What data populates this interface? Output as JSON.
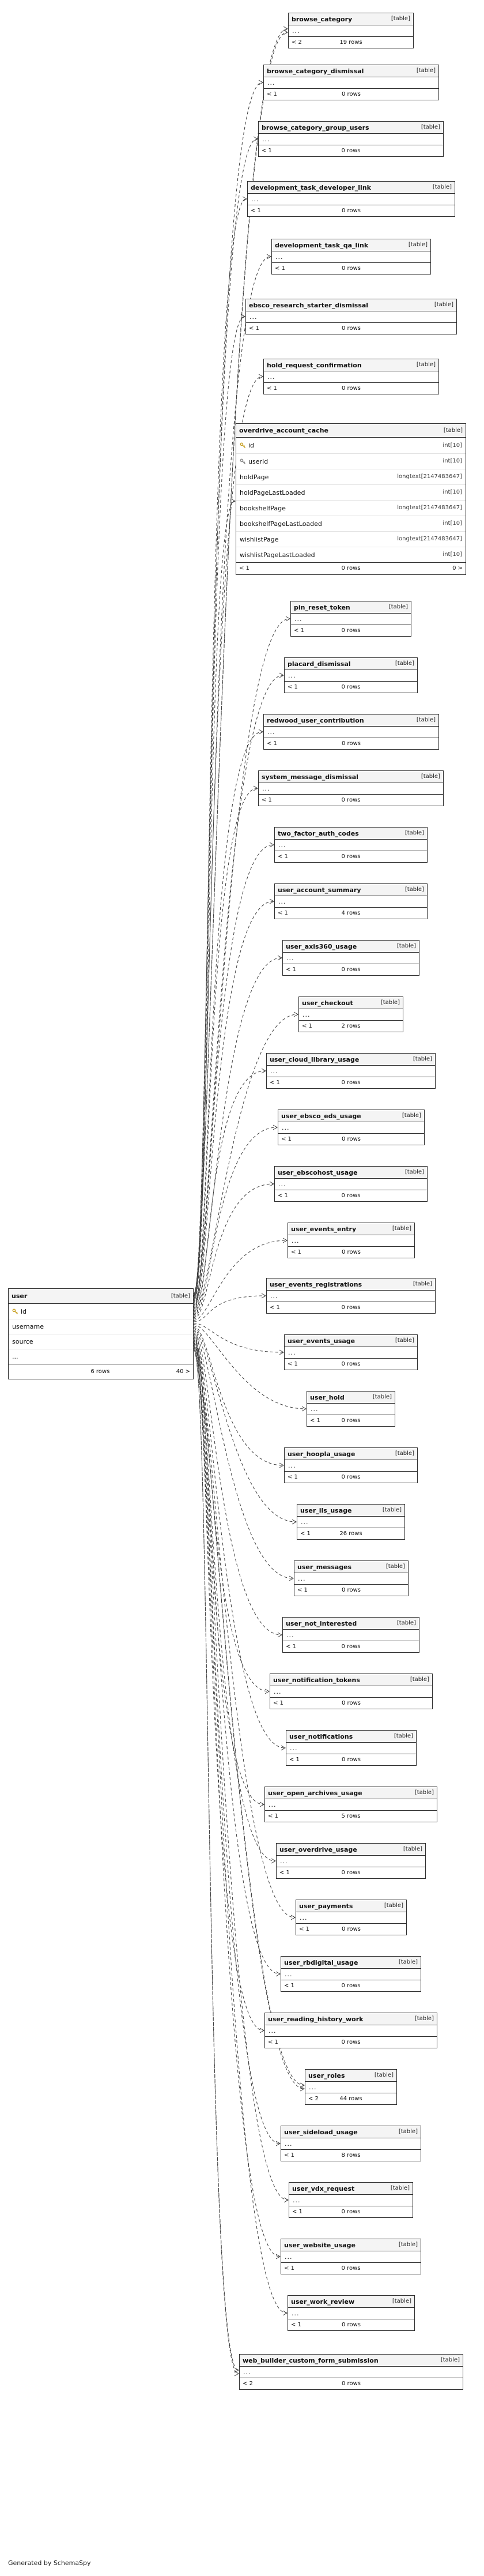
{
  "page": {
    "caption": "Generated by SchemaSpy",
    "ellipsis": "...",
    "colors": {
      "node_border": "#2f2f2f",
      "header_bg": "#f4f4f4",
      "link_line": "#3a3a3a",
      "primary_key": "#c9a227",
      "foreign_key": "#8a8a8a"
    }
  },
  "focus_table": {
    "name": "user",
    "type_label": "[table]",
    "columns": [
      {
        "name": "id",
        "icon": "primary-key-icon"
      },
      {
        "name": "username"
      },
      {
        "name": "source"
      },
      {
        "name": "..."
      }
    ],
    "footer": {
      "left": "",
      "rows": "6 rows",
      "right": "40 >"
    }
  },
  "related_tables": [
    {
      "name": "browse_category",
      "type_label": "[table]",
      "degree_left": "< 2",
      "rows": "19 rows",
      "degree_right": ""
    },
    {
      "name": "browse_category_dismissal",
      "type_label": "[table]",
      "degree_left": "< 1",
      "rows": "0 rows",
      "degree_right": ""
    },
    {
      "name": "browse_category_group_users",
      "type_label": "[table]",
      "degree_left": "< 1",
      "rows": "0 rows",
      "degree_right": ""
    },
    {
      "name": "development_task_developer_link",
      "type_label": "[table]",
      "degree_left": "< 1",
      "rows": "0 rows",
      "degree_right": ""
    },
    {
      "name": "development_task_qa_link",
      "type_label": "[table]",
      "degree_left": "< 1",
      "rows": "0 rows",
      "degree_right": ""
    },
    {
      "name": "ebsco_research_starter_dismissal",
      "type_label": "[table]",
      "degree_left": "< 1",
      "rows": "0 rows",
      "degree_right": ""
    },
    {
      "name": "hold_request_confirmation",
      "type_label": "[table]",
      "degree_left": "< 1",
      "rows": "0 rows",
      "degree_right": ""
    },
    {
      "name": "overdrive_account_cache",
      "type_label": "[table]",
      "degree_left": "< 1",
      "rows": "0 rows",
      "degree_right": "0 >",
      "columns": [
        {
          "name": "id",
          "type": "int[10]",
          "icon": "primary-key-icon"
        },
        {
          "name": "userId",
          "type": "int[10]",
          "icon": "foreign-key-icon"
        },
        {
          "name": "holdPage",
          "type": "longtext[2147483647]"
        },
        {
          "name": "holdPageLastLoaded",
          "type": "int[10]"
        },
        {
          "name": "bookshelfPage",
          "type": "longtext[2147483647]"
        },
        {
          "name": "bookshelfPageLastLoaded",
          "type": "int[10]"
        },
        {
          "name": "wishlistPage",
          "type": "longtext[2147483647]"
        },
        {
          "name": "wishlistPageLastLoaded",
          "type": "int[10]"
        }
      ]
    },
    {
      "name": "pin_reset_token",
      "type_label": "[table]",
      "degree_left": "< 1",
      "rows": "0 rows",
      "degree_right": ""
    },
    {
      "name": "placard_dismissal",
      "type_label": "[table]",
      "degree_left": "< 1",
      "rows": "0 rows",
      "degree_right": ""
    },
    {
      "name": "redwood_user_contribution",
      "type_label": "[table]",
      "degree_left": "< 1",
      "rows": "0 rows",
      "degree_right": ""
    },
    {
      "name": "system_message_dismissal",
      "type_label": "[table]",
      "degree_left": "< 1",
      "rows": "0 rows",
      "degree_right": ""
    },
    {
      "name": "two_factor_auth_codes",
      "type_label": "[table]",
      "degree_left": "< 1",
      "rows": "0 rows",
      "degree_right": ""
    },
    {
      "name": "user_account_summary",
      "type_label": "[table]",
      "degree_left": "< 1",
      "rows": "4 rows",
      "degree_right": ""
    },
    {
      "name": "user_axis360_usage",
      "type_label": "[table]",
      "degree_left": "< 1",
      "rows": "0 rows",
      "degree_right": ""
    },
    {
      "name": "user_checkout",
      "type_label": "[table]",
      "degree_left": "< 1",
      "rows": "2 rows",
      "degree_right": ""
    },
    {
      "name": "user_cloud_library_usage",
      "type_label": "[table]",
      "degree_left": "< 1",
      "rows": "0 rows",
      "degree_right": ""
    },
    {
      "name": "user_ebsco_eds_usage",
      "type_label": "[table]",
      "degree_left": "< 1",
      "rows": "0 rows",
      "degree_right": ""
    },
    {
      "name": "user_ebscohost_usage",
      "type_label": "[table]",
      "degree_left": "< 1",
      "rows": "0 rows",
      "degree_right": ""
    },
    {
      "name": "user_events_entry",
      "type_label": "[table]",
      "degree_left": "< 1",
      "rows": "0 rows",
      "degree_right": ""
    },
    {
      "name": "user_events_registrations",
      "type_label": "[table]",
      "degree_left": "< 1",
      "rows": "0 rows",
      "degree_right": ""
    },
    {
      "name": "user_events_usage",
      "type_label": "[table]",
      "degree_left": "< 1",
      "rows": "0 rows",
      "degree_right": ""
    },
    {
      "name": "user_hold",
      "type_label": "[table]",
      "degree_left": "< 1",
      "rows": "0 rows",
      "degree_right": ""
    },
    {
      "name": "user_hoopla_usage",
      "type_label": "[table]",
      "degree_left": "< 1",
      "rows": "0 rows",
      "degree_right": ""
    },
    {
      "name": "user_ils_usage",
      "type_label": "[table]",
      "degree_left": "< 1",
      "rows": "26 rows",
      "degree_right": ""
    },
    {
      "name": "user_messages",
      "type_label": "[table]",
      "degree_left": "< 1",
      "rows": "0 rows",
      "degree_right": ""
    },
    {
      "name": "user_not_interested",
      "type_label": "[table]",
      "degree_left": "< 1",
      "rows": "0 rows",
      "degree_right": ""
    },
    {
      "name": "user_notification_tokens",
      "type_label": "[table]",
      "degree_left": "< 1",
      "rows": "0 rows",
      "degree_right": ""
    },
    {
      "name": "user_notifications",
      "type_label": "[table]",
      "degree_left": "< 1",
      "rows": "0 rows",
      "degree_right": ""
    },
    {
      "name": "user_open_archives_usage",
      "type_label": "[table]",
      "degree_left": "< 1",
      "rows": "5 rows",
      "degree_right": ""
    },
    {
      "name": "user_overdrive_usage",
      "type_label": "[table]",
      "degree_left": "< 1",
      "rows": "0 rows",
      "degree_right": ""
    },
    {
      "name": "user_payments",
      "type_label": "[table]",
      "degree_left": "< 1",
      "rows": "0 rows",
      "degree_right": ""
    },
    {
      "name": "user_rbdigital_usage",
      "type_label": "[table]",
      "degree_left": "< 1",
      "rows": "0 rows",
      "degree_right": ""
    },
    {
      "name": "user_reading_history_work",
      "type_label": "[table]",
      "degree_left": "< 1",
      "rows": "0 rows",
      "degree_right": ""
    },
    {
      "name": "user_roles",
      "type_label": "[table]",
      "degree_left": "< 2",
      "rows": "44 rows",
      "degree_right": ""
    },
    {
      "name": "user_sideload_usage",
      "type_label": "[table]",
      "degree_left": "< 1",
      "rows": "8 rows",
      "degree_right": ""
    },
    {
      "name": "user_vdx_request",
      "type_label": "[table]",
      "degree_left": "< 1",
      "rows": "0 rows",
      "degree_right": ""
    },
    {
      "name": "user_website_usage",
      "type_label": "[table]",
      "degree_left": "< 1",
      "rows": "0 rows",
      "degree_right": ""
    },
    {
      "name": "user_work_review",
      "type_label": "[table]",
      "degree_left": "< 1",
      "rows": "0 rows",
      "degree_right": ""
    },
    {
      "name": "web_builder_custom_form_submission",
      "type_label": "[table]",
      "degree_left": "< 2",
      "rows": "0 rows",
      "degree_right": ""
    }
  ]
}
